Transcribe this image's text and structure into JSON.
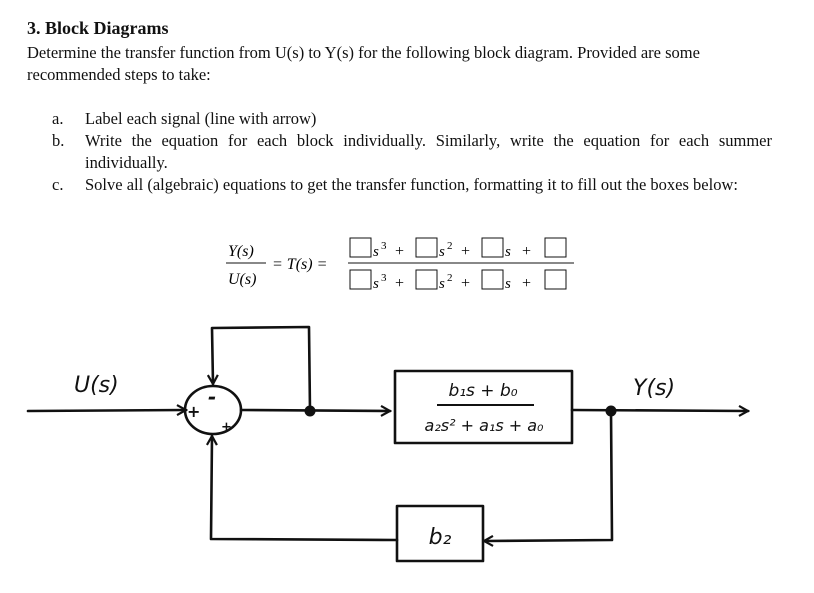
{
  "question": {
    "number_title": "3. Block Diagrams",
    "intro": "Determine the transfer function from U(s) to Y(s) for the following block diagram. Provided are some recommended steps to take:",
    "steps": [
      {
        "letter": "a.",
        "text": "Label each signal (line with arrow)"
      },
      {
        "letter": "b.",
        "text": "Write the equation for each block individually. Similarly, write the equation for each summer individually."
      },
      {
        "letter": "c.",
        "text": "Solve all (algebraic) equations to get the transfer function, formatting it to fill out the boxes below:"
      }
    ]
  },
  "equation": {
    "lhs_num": "Y(s)",
    "lhs_den": "U(s)",
    "equals_T": "= T(s) =",
    "s3": "s",
    "s2": "s",
    "s1": "s",
    "exp3": "3",
    "exp2": "2",
    "plus": "+"
  },
  "diagram": {
    "input_label": "U(s)",
    "output_label": "Y(s)",
    "sum_sign_minus": "-",
    "sum_sign_plus_left": "+",
    "sum_sign_plus_bottom": "+",
    "block1_num": "b₁s + b₀",
    "block1_den": "a₂s² + a₁s + a₀",
    "block2": "b₂"
  }
}
